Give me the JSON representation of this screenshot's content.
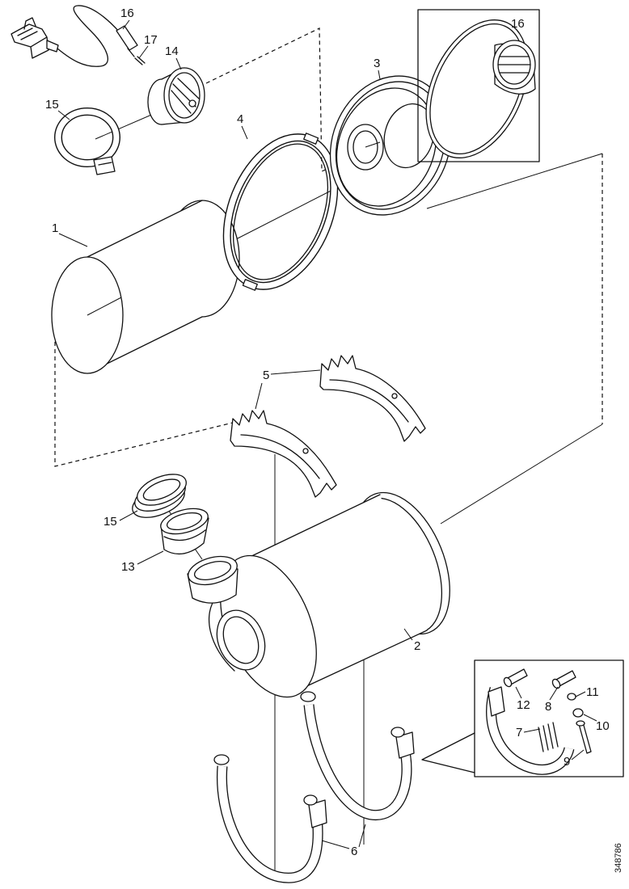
{
  "labels": [
    "16",
    "17",
    "14",
    "15",
    "3",
    "16",
    "4",
    "1",
    "5",
    "15",
    "13",
    "2",
    "6",
    "12",
    "8",
    "11",
    "10",
    "7",
    "9"
  ],
  "drawing_id": "348786"
}
